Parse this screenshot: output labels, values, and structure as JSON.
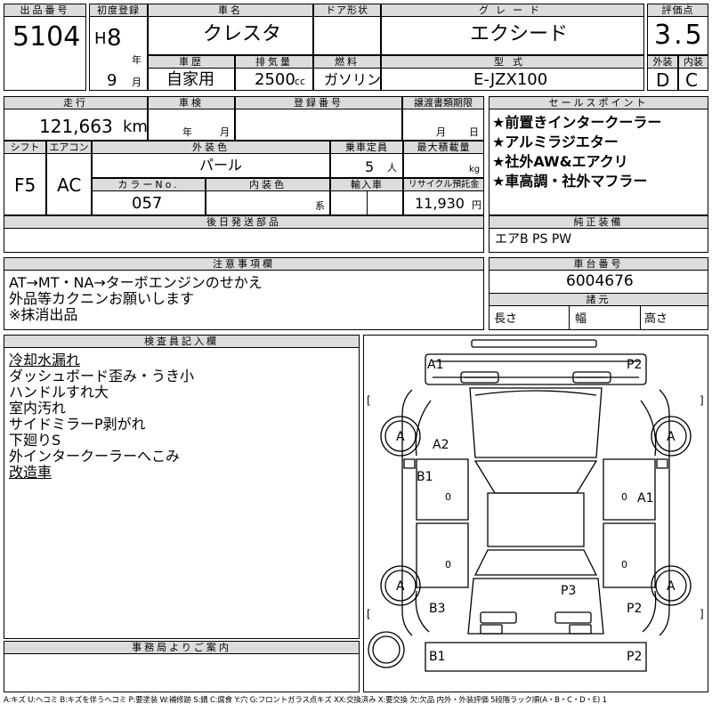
{
  "headers": {
    "lot_no": "出品番号",
    "first_reg": "初度登録",
    "car_name": "車名",
    "door_type": "ドア形状",
    "grade": "グレード",
    "score": "評価点",
    "history": "車歴",
    "displacement": "排気量",
    "fuel": "燃料",
    "model_code": "型式",
    "exterior": "外装",
    "interior": "内装",
    "mileage": "走行",
    "inspection": "車検",
    "reg_number": "登録番号",
    "transfer_doc": "譲渡書類期限",
    "sales_points": "セールスポイント",
    "shift": "シフト",
    "aircon": "エアコン",
    "body_color": "外装色",
    "capacity": "乗車定員",
    "max_load": "最大積載量",
    "color_no": "カラーNo.",
    "interior_color": "内装色",
    "import": "輸入車",
    "recycle": "リサイクル預託金",
    "later_parts": "後日発送部品",
    "factory_equipment": "純正装備",
    "notes": "注意事項欄",
    "chassis_no": "車台番号",
    "specs": "諸元",
    "inspector": "検査員記入欄",
    "office": "事務局よりご案内"
  },
  "values": {
    "lot_no": "5104",
    "era": "H",
    "year": "8",
    "year_unit": "年",
    "month": "9",
    "month_unit": "月",
    "car_name": "クレスタ",
    "door_type": "",
    "grade": "エクシード",
    "score": "3.5",
    "history": "自家用",
    "displacement": "2500",
    "displacement_unit": "cc",
    "fuel": "ガソリン",
    "model_code": "E-JZX100",
    "exterior_grade": "D",
    "interior_grade": "C",
    "mileage": "121,663",
    "mileage_unit": "km",
    "insp_year_unit": "年",
    "insp_month_unit": "月",
    "transfer_month_unit": "月",
    "transfer_day_unit": "日",
    "shift": "F5",
    "aircon": "AC",
    "body_color": "パール",
    "capacity": "5",
    "capacity_unit": "人",
    "load_unit": "kg",
    "color_no": "057",
    "interior_color_unit": "系",
    "recycle": "11,930",
    "recycle_unit": "円",
    "factory_equipment": "エアB PS PW",
    "chassis_no": "6004676",
    "length": "長さ",
    "width": "幅",
    "height": "高さ"
  },
  "sales_points": [
    "★前置きインタークーラー",
    "★アルミラジエター",
    "★社外AW&エアクリ",
    "★車高調・社外マフラー"
  ],
  "notes": [
    "AT→MT・NA→ターボエンジンのせかえ",
    "外品等カクニンお願いします",
    "※抹消出品"
  ],
  "inspector_notes": [
    "冷却水漏れ",
    "ダッシュボード歪み・うき小",
    "ハンドルすれ大",
    "室内汚れ",
    "サイドミラーP剥がれ",
    "下廻りS",
    "外インタークーラーへこみ",
    "改造車"
  ],
  "diagram_marks": {
    "a1_front_left": "A1",
    "p2_front_right": "P2",
    "a2_hood": "A2",
    "b1_left_front_door": "B1",
    "a1_right_doors": "A1",
    "p3_trunk": "P3",
    "b3_rear_left": "B3",
    "p2_rear_right": "P2",
    "b1_rear_bumper": "B1",
    "p2_rear_bumper": "P2",
    "wheel_fl": "A",
    "wheel_fr": "A",
    "wheel_rl": "A",
    "wheel_rr": "A",
    "bracket_left": "[",
    "bracket_right": "]",
    "zero": "0"
  },
  "legend": "A:キズ U:ヘコミ B:キズを伴うヘコミ P:要塗装 W:補修跡 S:錆 C:腐食 Y:穴 G:フロントガラス点キズ XX:交換済み X:要交換 欠:欠品 内外・外装評価 5段階ラック順(A・B・C・D・E) 1"
}
